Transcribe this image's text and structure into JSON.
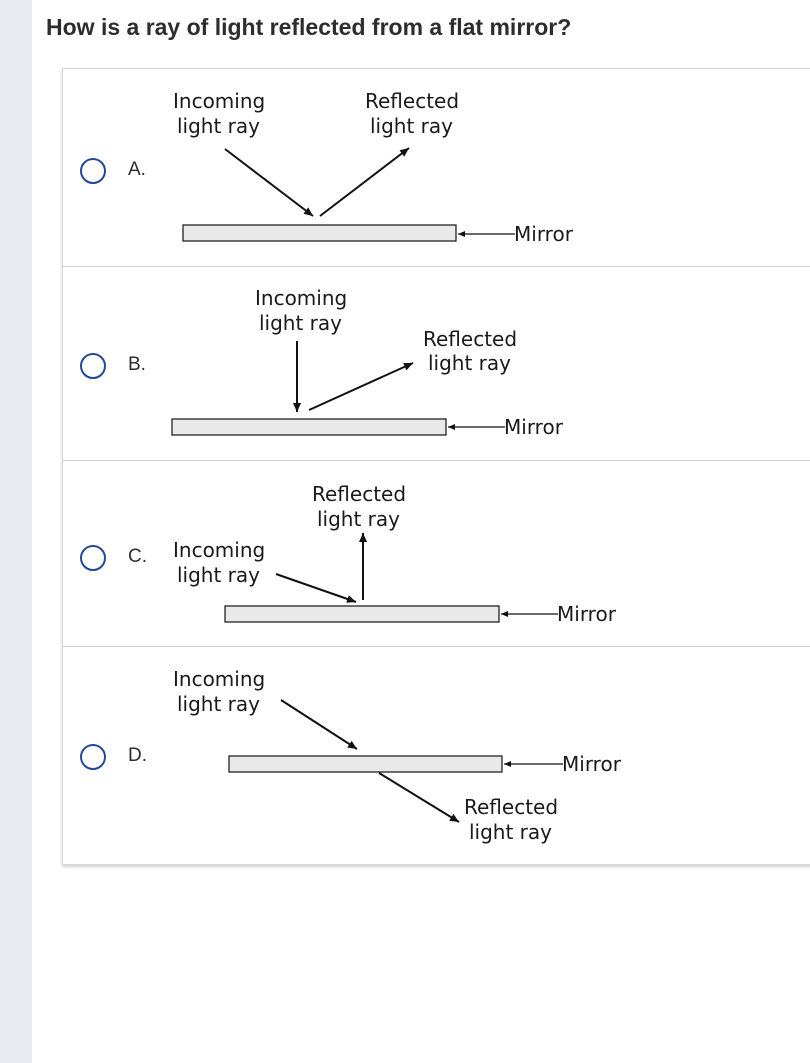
{
  "question": "How is a ray of light reflected from a flat mirror?",
  "labels": {
    "incoming_line1": "Incoming",
    "incoming_line2": "light ray",
    "reflected_line1": "Reflected",
    "reflected_line2": "light ray",
    "mirror": "Mirror"
  },
  "options": [
    {
      "letter": "A."
    },
    {
      "letter": "B."
    },
    {
      "letter": "C."
    },
    {
      "letter": "D."
    }
  ],
  "colors": {
    "radio_border": "#23489b",
    "text": "#2d2d2d",
    "left_strip": "#e8ebf1"
  }
}
